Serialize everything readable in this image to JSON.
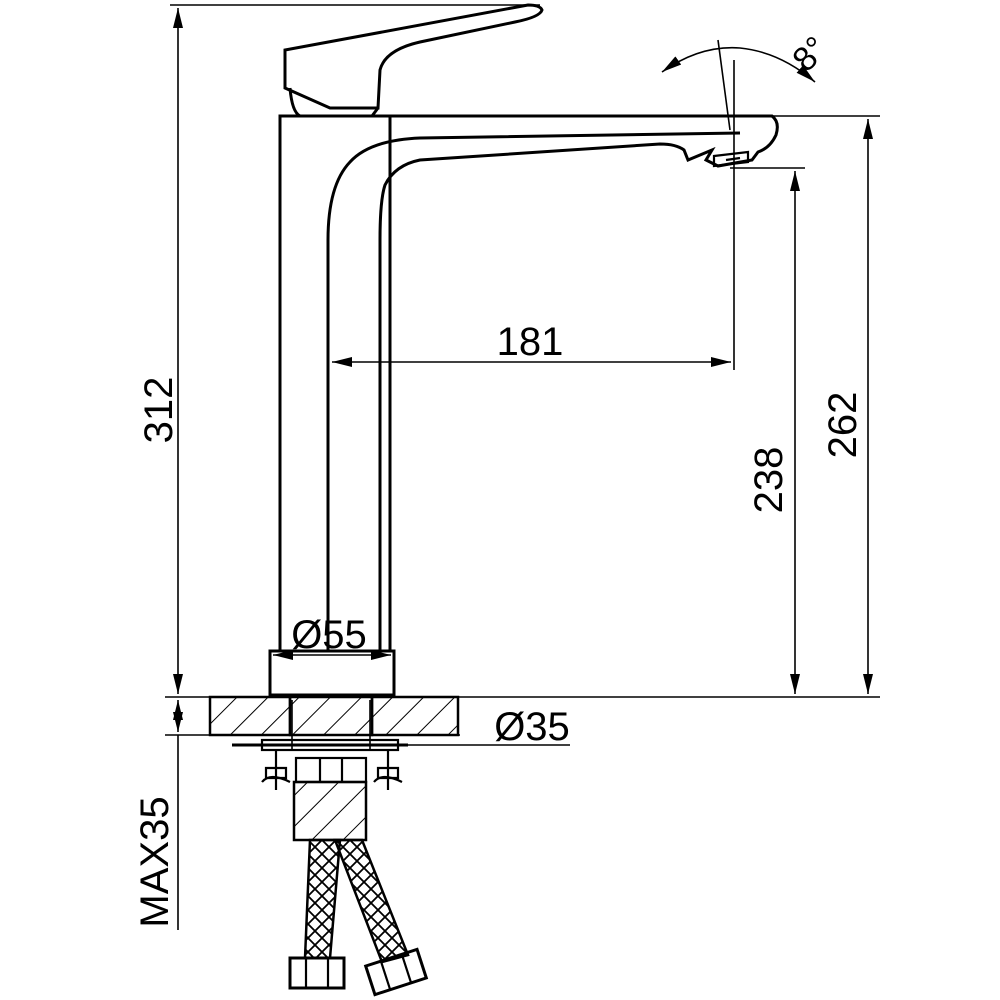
{
  "dimensions": {
    "total_height": "312",
    "spout_reach": "181",
    "outlet_height": "238",
    "body_height": "262",
    "base_diameter": "Ø55",
    "hole_diameter": "Ø35",
    "max_counter_thickness": "MAX35",
    "swivel_angle": "8°"
  },
  "colors": {
    "line": "#000000",
    "background": "#ffffff"
  }
}
